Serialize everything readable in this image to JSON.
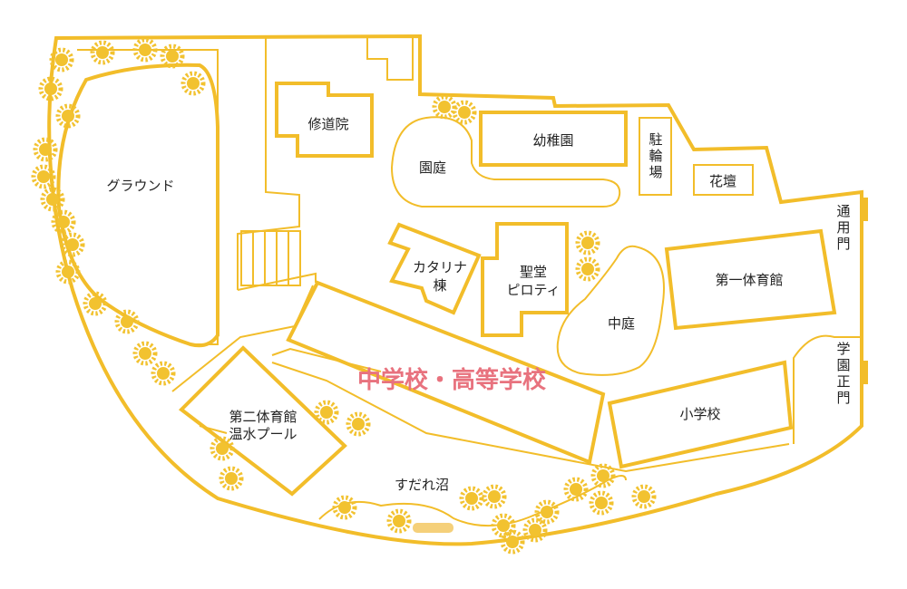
{
  "map": {
    "highlight": "中学校・高等学校",
    "labels": {
      "ground": "グラウンド",
      "monastery": "修道院",
      "garden_en": "園庭",
      "kindergarten": "幼稚園",
      "bike_parking": [
        "駐",
        "輪",
        "場"
      ],
      "flower_bed": "花壇",
      "gate_side": [
        "通",
        "用",
        "門"
      ],
      "gate_main": [
        "学",
        "園",
        "正",
        "門"
      ],
      "catalina": [
        "カタリナ",
        "棟"
      ],
      "chapel": [
        "聖堂",
        "ピロティ"
      ],
      "courtyard": "中庭",
      "gym1": "第一体育館",
      "gym2": [
        "第二体育館",
        "温水プール"
      ],
      "elementary": "小学校",
      "pond": "すだれ沼"
    }
  },
  "colors": {
    "outline": "#f2bd2a",
    "flower": "#f2c230",
    "highlight_text": "#e8727e",
    "pond_fill": "#f5d07a",
    "label_text": "#222222"
  }
}
